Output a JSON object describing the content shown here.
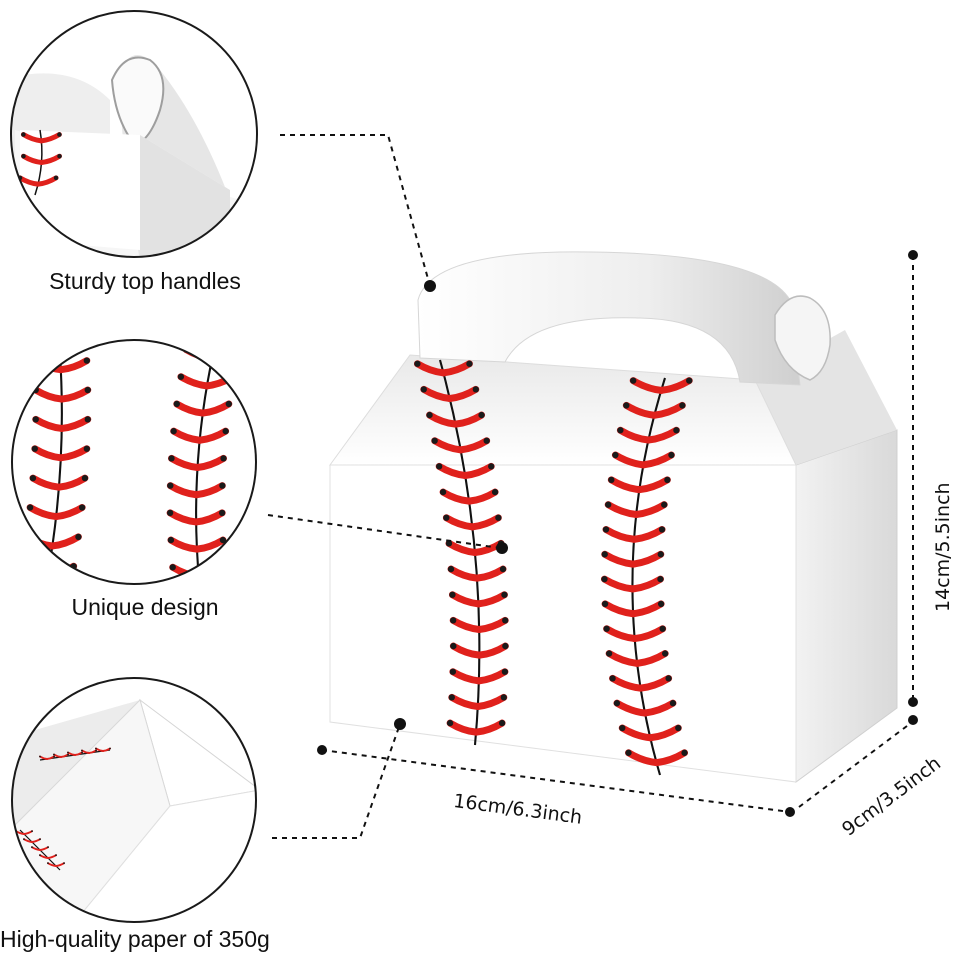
{
  "features": [
    {
      "label": "Sturdy top handles"
    },
    {
      "label": "Unique design"
    },
    {
      "label": "High-quality paper of 350g"
    }
  ],
  "dimensions": {
    "length": "16cm/6.3inch",
    "depth": "9cm/3.5inch",
    "height": "14cm/5.5inch"
  },
  "colors": {
    "stitch_red": "#e0211c",
    "stitch_tip": "#1a1a1a",
    "seam_line": "#111111",
    "box_white": "#ffffff",
    "shadow_grey": "#dcdcdc"
  }
}
